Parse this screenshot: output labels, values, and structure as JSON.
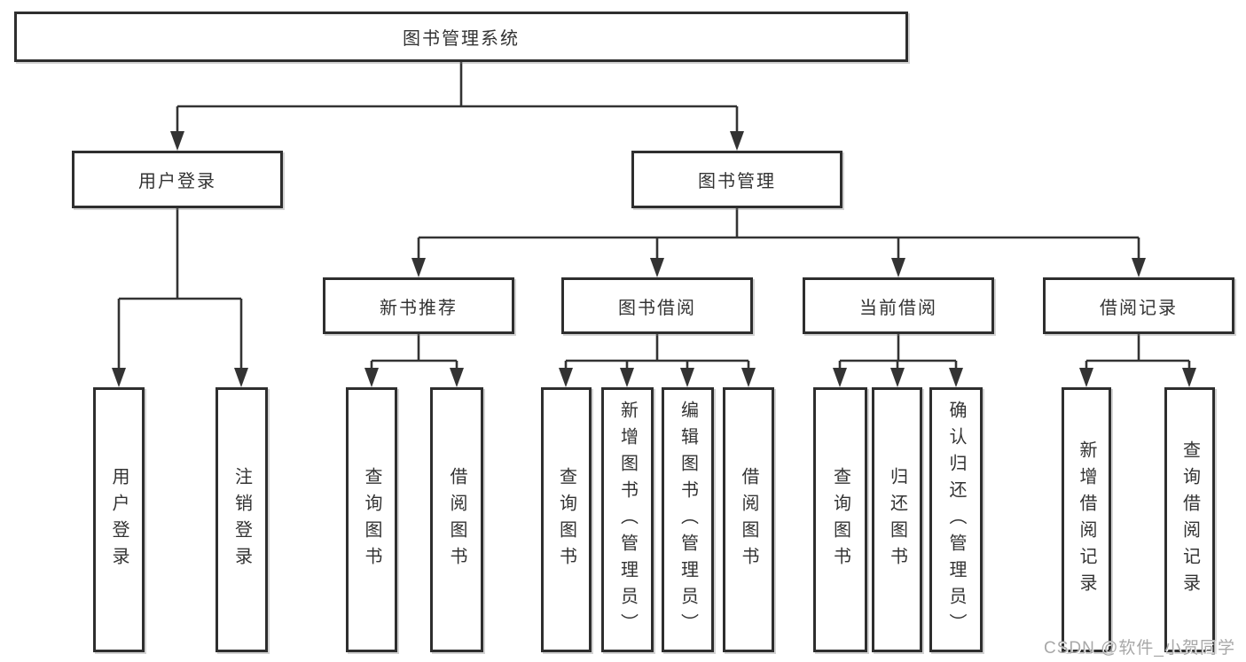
{
  "diagram": {
    "root": "图书管理系统",
    "branches": [
      {
        "label": "用户登录",
        "children": [
          {
            "label": "用户登录"
          },
          {
            "label": "注销登录"
          }
        ]
      },
      {
        "label": "图书管理",
        "children": [
          {
            "label": "新书推荐",
            "children": [
              {
                "label": "查询图书"
              },
              {
                "label": "借阅图书"
              }
            ]
          },
          {
            "label": "图书借阅",
            "children": [
              {
                "label": "查询图书"
              },
              {
                "label": "新增图书（管理员）"
              },
              {
                "label": "编辑图书（管理员）"
              },
              {
                "label": "借阅图书"
              }
            ]
          },
          {
            "label": "当前借阅",
            "children": [
              {
                "label": "查询图书"
              },
              {
                "label": "归还图书"
              },
              {
                "label": "确认归还（管理员）"
              }
            ]
          },
          {
            "label": "借阅记录",
            "children": [
              {
                "label": "新增借阅记录"
              },
              {
                "label": "查询借阅记录"
              }
            ]
          }
        ]
      }
    ]
  },
  "watermark": "CSDN @软件_小贺同学",
  "colors": {
    "line": "#333333",
    "box_border": "#2e2e2e",
    "text": "#333333",
    "watermark": "#a8a8a8",
    "background": "#ffffff"
  }
}
